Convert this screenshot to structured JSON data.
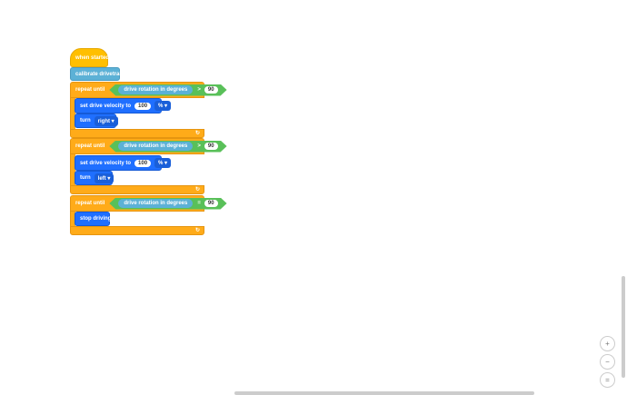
{
  "blocks": {
    "hat": "when started",
    "calibrate": "calibrate drivetrain",
    "loops": [
      {
        "label": "repeat until",
        "reporter": "drive rotation in degrees",
        "op": ">",
        "value": "90",
        "velocity_label": "set drive velocity to",
        "velocity": "100",
        "unit": "%",
        "turn_label": "turn",
        "direction": "right"
      },
      {
        "label": "repeat until",
        "reporter": "drive rotation in degrees",
        "op": ">",
        "value": "90",
        "velocity_label": "set drive velocity to",
        "velocity": "100",
        "unit": "%",
        "turn_label": "turn",
        "direction": "left"
      },
      {
        "label": "repeat until",
        "reporter": "drive rotation in degrees",
        "op": "=",
        "value": "90",
        "stop": "stop driving"
      }
    ],
    "loop_icon": "↻"
  },
  "zoom": {
    "in": "+",
    "out": "−",
    "reset": "="
  }
}
